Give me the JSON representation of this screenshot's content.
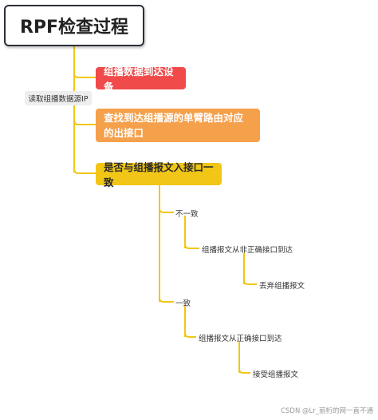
{
  "root": {
    "title": "RPF检查过程"
  },
  "side_note": {
    "label": "读取组播数据源IP"
  },
  "steps": [
    {
      "label": "组播数据到达设备"
    },
    {
      "label": "查找到达组播源的单臂路由对应的出接口"
    },
    {
      "label": "是否与组播报文入接口一致"
    }
  ],
  "branches": {
    "mismatch": {
      "label": "不一致",
      "child": "组播报文从非正确接口到达",
      "action": "丢弃组播报文"
    },
    "match": {
      "label": "一致",
      "child": "组播报文从正确接口到达",
      "action": "接受组播报文"
    }
  },
  "footer": {
    "watermark": "CSDN @Lr_丽桁的网一直不通"
  },
  "colors": {
    "connector": "#f1c617",
    "step1": "#f04a4a",
    "step2": "#f5a04b",
    "step3": "#f1c617"
  }
}
